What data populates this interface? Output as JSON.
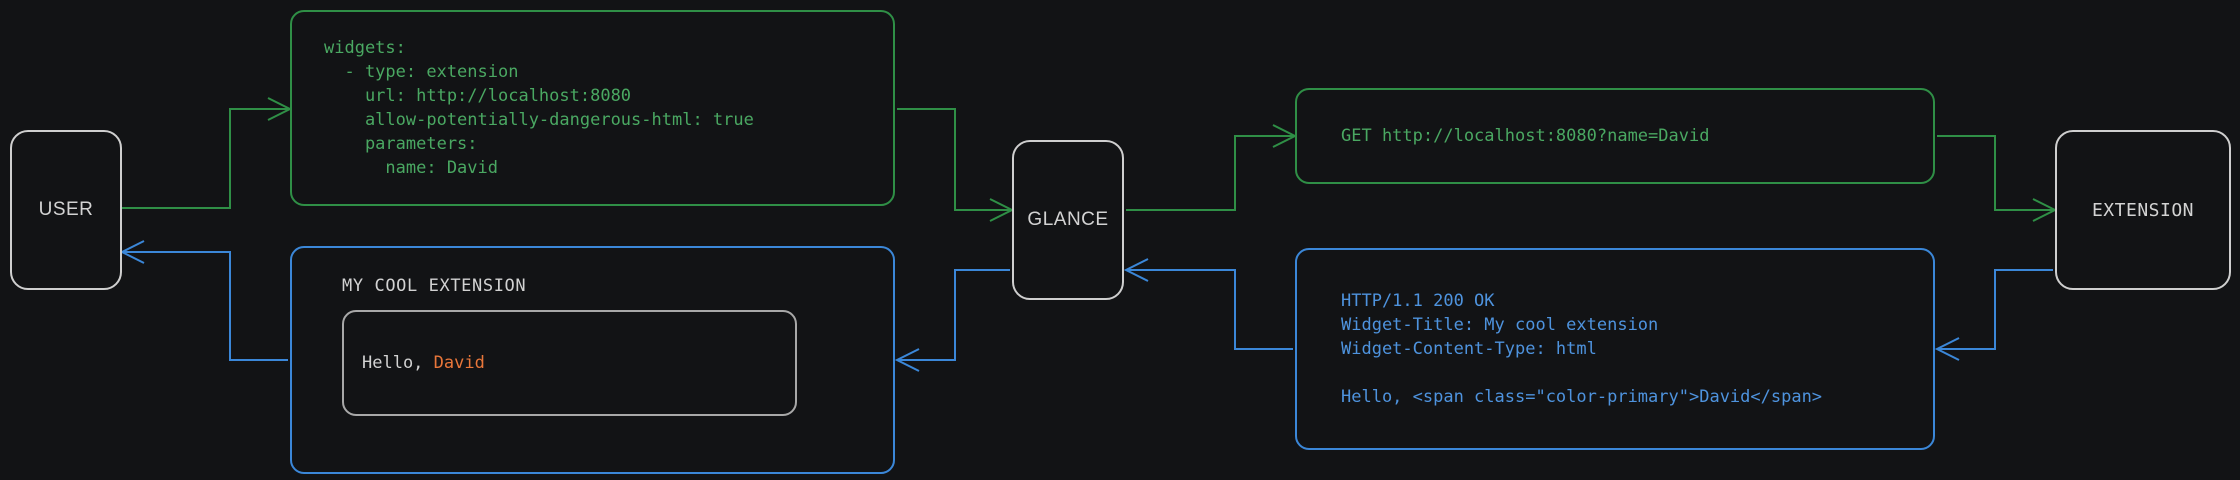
{
  "theme": {
    "background": "#121315",
    "node_border": "#cfcfcf",
    "node_text": "#d3d3d3",
    "green": "#2f8f46",
    "green_text": "#4aa862",
    "blue": "#3b87d8",
    "blue_text": "#4e93de",
    "accent_orange": "#e8763a",
    "card_border": "#a8a8a8"
  },
  "nodes": {
    "user": {
      "label": "USER"
    },
    "glance": {
      "label": "GLANCE"
    },
    "extension": {
      "label": "EXTENSION"
    }
  },
  "panels": {
    "config": {
      "color": "green",
      "text": "widgets:\n  - type: extension\n    url: http://localhost:8080\n    allow-potentially-dangerous-html: true\n    parameters:\n      name: David"
    },
    "request": {
      "color": "green",
      "text": "GET http://localhost:8080?name=David"
    },
    "response": {
      "color": "blue",
      "text": "HTTP/1.1 200 OK\nWidget-Title: My cool extension\nWidget-Content-Type: html\n\nHello, <span class=\"color-primary\">David</span>"
    },
    "widget": {
      "color": "blue",
      "title": "MY COOL EXTENSION",
      "card_text_prefix": "Hello, ",
      "card_text_accent": "David"
    }
  },
  "connections": [
    {
      "name": "user-to-config",
      "color": "green",
      "direction": "right"
    },
    {
      "name": "config-to-glance",
      "color": "green",
      "direction": "right"
    },
    {
      "name": "glance-to-request",
      "color": "green",
      "direction": "right"
    },
    {
      "name": "request-to-extension",
      "color": "green",
      "direction": "right"
    },
    {
      "name": "extension-to-response",
      "color": "blue",
      "direction": "left"
    },
    {
      "name": "response-to-glance",
      "color": "blue",
      "direction": "left"
    },
    {
      "name": "glance-to-widget",
      "color": "blue",
      "direction": "left"
    },
    {
      "name": "widget-to-user",
      "color": "blue",
      "direction": "left"
    }
  ]
}
